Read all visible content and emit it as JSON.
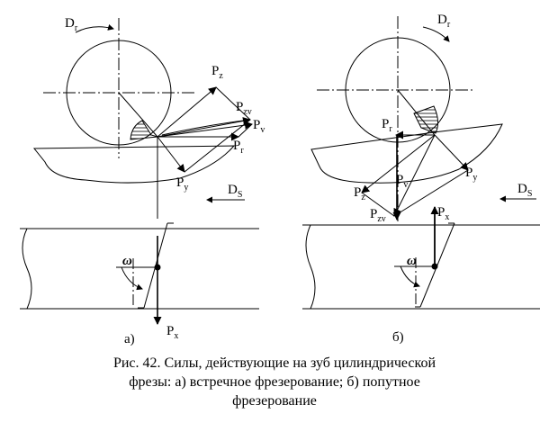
{
  "labels": {
    "Dr": "D",
    "Dr_sub": "r",
    "Ds": "D",
    "Ds_sub": "S",
    "P": "P",
    "z": "z",
    "zv": "zv",
    "v": "v",
    "r": "r",
    "y": "y",
    "x": "x",
    "omega": "ω"
  },
  "panels": {
    "a": {
      "label": "а)"
    },
    "b": {
      "label": "б)"
    }
  },
  "caption": {
    "line1": "Рис. 42. Силы, действующие на зуб цилиндрической",
    "line2": "фрезы: а) встречное фрезерование; б) попутное",
    "line3": "фрезерование"
  }
}
